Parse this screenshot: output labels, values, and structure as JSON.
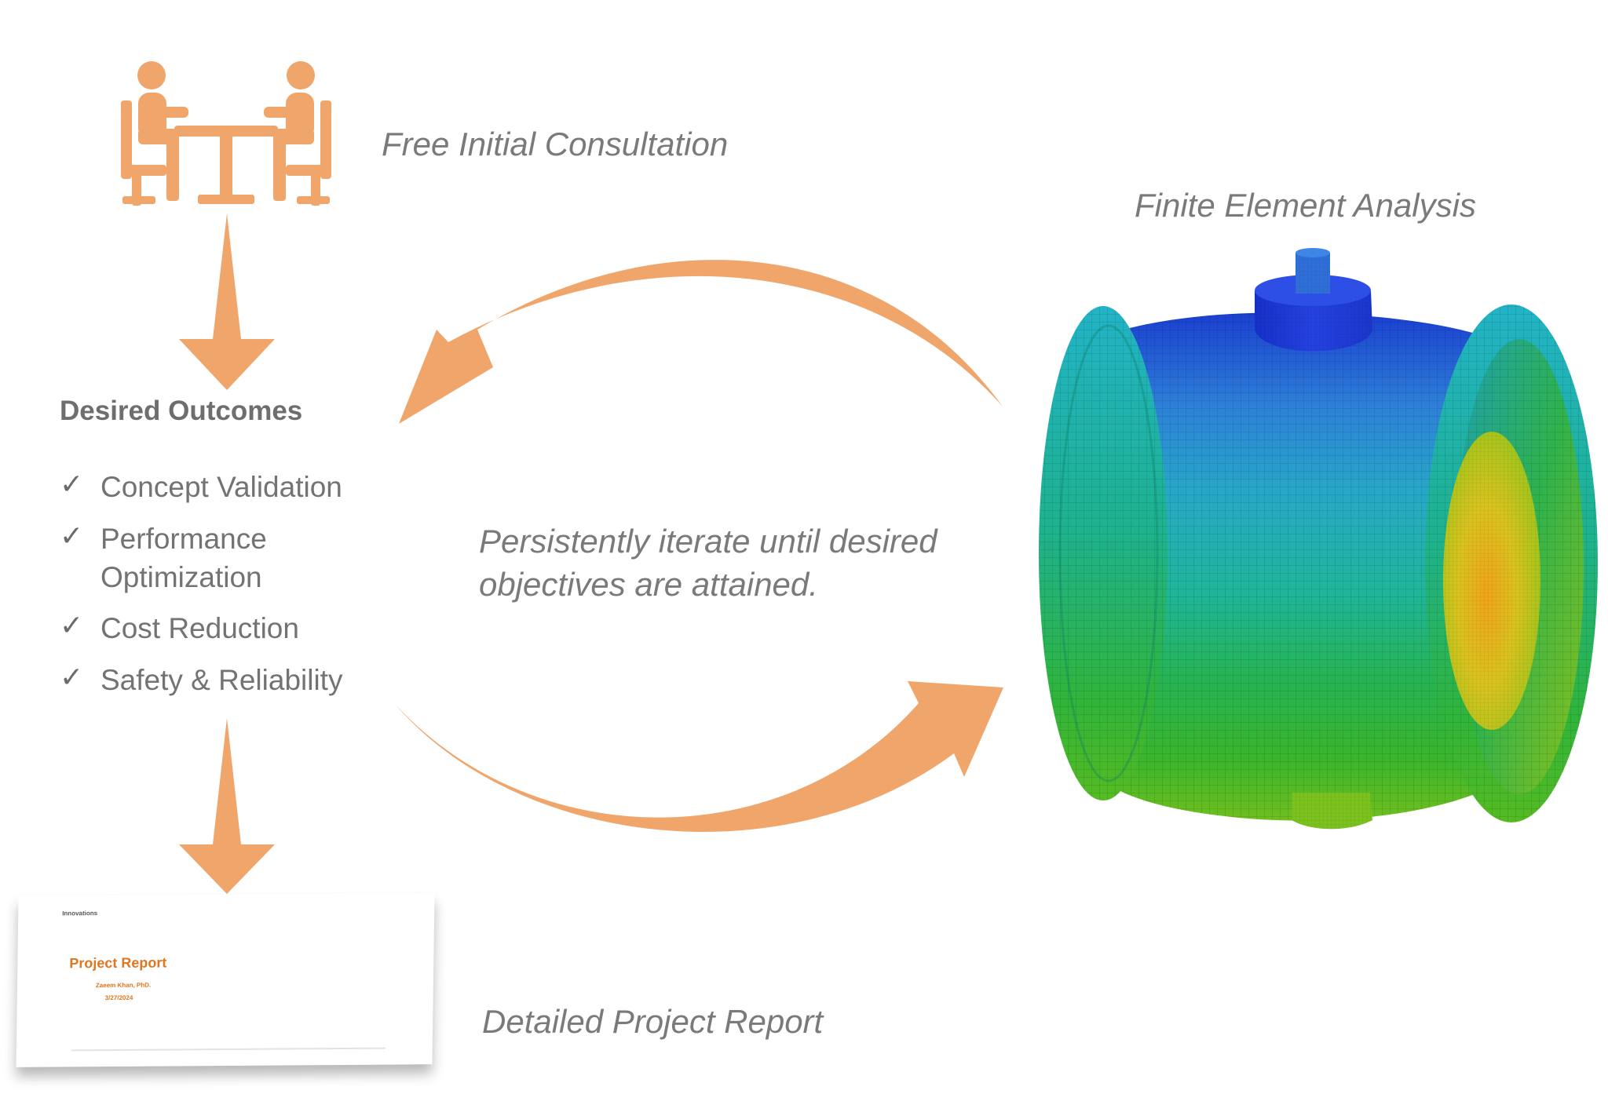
{
  "steps": {
    "consultation": "Free Initial Consultation",
    "fea": "Finite Element Analysis",
    "report": "Detailed Project Report"
  },
  "outcomes": {
    "heading": "Desired Outcomes",
    "items": [
      {
        "line1": "Concept Validation",
        "line2": ""
      },
      {
        "line1": "Performance",
        "line2": "Optimization"
      },
      {
        "line1": "Cost Reduction",
        "line2": ""
      },
      {
        "line1": "Safety & Reliability",
        "line2": ""
      }
    ],
    "check_symbol": "✓"
  },
  "iterate_text": {
    "line1": "Persistently iterate until desired",
    "line2": "objectives are attained."
  },
  "report_thumbnail": {
    "logo_text": "Innovations",
    "title": "Project Report",
    "author": "Zaeem Khan, PhD.",
    "date": "3/27/2024"
  },
  "icons": {
    "consultation": "meeting-table-icon",
    "checkmark": "check-icon"
  },
  "colors": {
    "accent": "#F0A56B",
    "text": "#7a7a7a",
    "report_accent": "#e0761f"
  }
}
